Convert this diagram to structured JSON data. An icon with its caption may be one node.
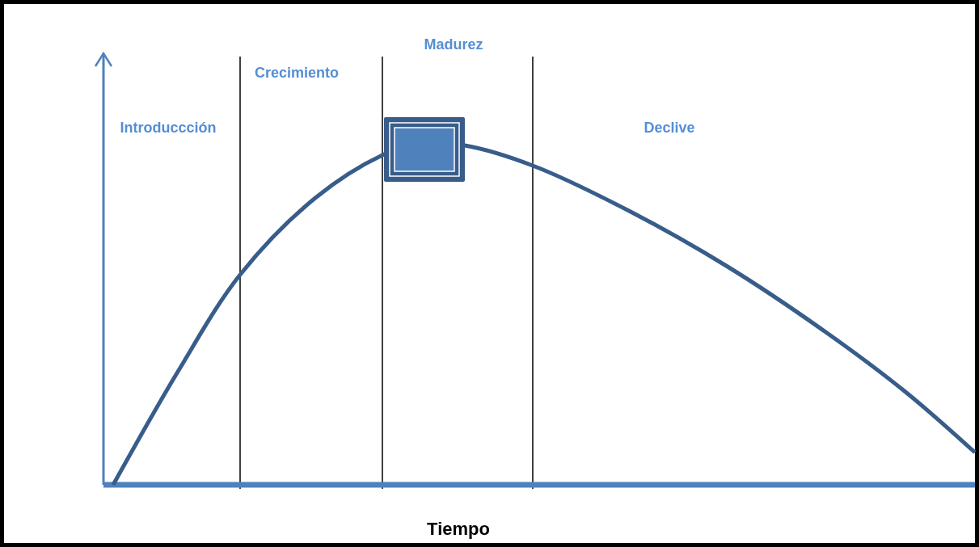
{
  "diagram": {
    "labels": [
      "Madurez",
      "Crecimiento",
      "Introduccción",
      "Declive",
      "Tiempo"
    ]
  }
}
